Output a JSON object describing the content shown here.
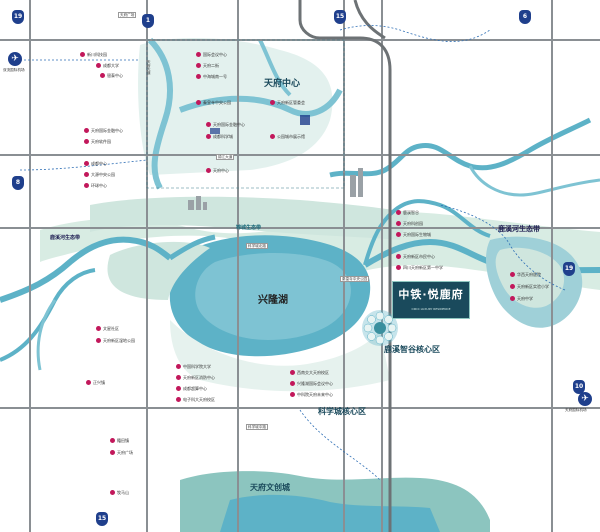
{
  "areas": {
    "tianfu_center": "天府中心",
    "xinglong_lake": "兴隆湖",
    "luxi_zhigu": "鹿溪智谷核心区",
    "kexuecheng": "科学城核心区",
    "tianfu_wenchuang": "天府文创城",
    "luxi_river_belt": "鹿溪河生态带",
    "luxi_river_belt_west": "鹿溪河生态带",
    "jincheng_green": "锦城生态带"
  },
  "project": {
    "name": "中铁·悦鹿府",
    "subtitle": "CRCC LUXURY RESIDENCE"
  },
  "highways": [
    "19",
    "1",
    "15",
    "6",
    "8",
    "19",
    "15",
    "10"
  ],
  "road_labels": [
    "天府广场",
    "天府大道",
    "锦江大道",
    "科学城北路",
    "秦皇寺中央公园",
    "科学城中路",
    "兴隆湖"
  ],
  "airports": [
    {
      "label": "双流国际机场"
    },
    {
      "label": "天府国际机场"
    }
  ],
  "pois_left_top": [
    "新川科技园",
    "成都大学",
    "银泰中心",
    "天府国际金融中心",
    "天府软件园",
    "成都中心",
    "大源中央公园",
    "环球中心"
  ],
  "pois_center": [
    "国际会议中心",
    "天府二街",
    "中海城南一号",
    "天府新区管委会",
    "秦皇寺中央公园",
    "天府国际金融中心",
    "成都科学城",
    "公园城市展示馆",
    "天府中心"
  ],
  "pois_east": [
    "鹿溪智谷",
    "天府科创园",
    "天府国际生物城",
    "天府新区市民中心",
    "四川天府新区第一中学",
    "华西天府医院",
    "天府新区实验小学",
    "天府中学"
  ],
  "pois_south": [
    "中国科学院大学",
    "天府新区消防中心",
    "成都超算中心",
    "西南交大天府校区",
    "兴隆湖国际会议中心",
    "中科院天府未来中心",
    "电子科大天府校区"
  ],
  "pois_left_bottom": [
    "文星社区",
    "天府新区湿地公园",
    "正兴镇",
    "籍田镇",
    "天府广场",
    "牧马山"
  ],
  "misc": {
    "xinglong_big": "兴隆湖",
    "kexue_zhongxin": "科学城核心区",
    "luxi_core": "鹿溪智谷核心区",
    "wenchuang": "天府文创城"
  }
}
